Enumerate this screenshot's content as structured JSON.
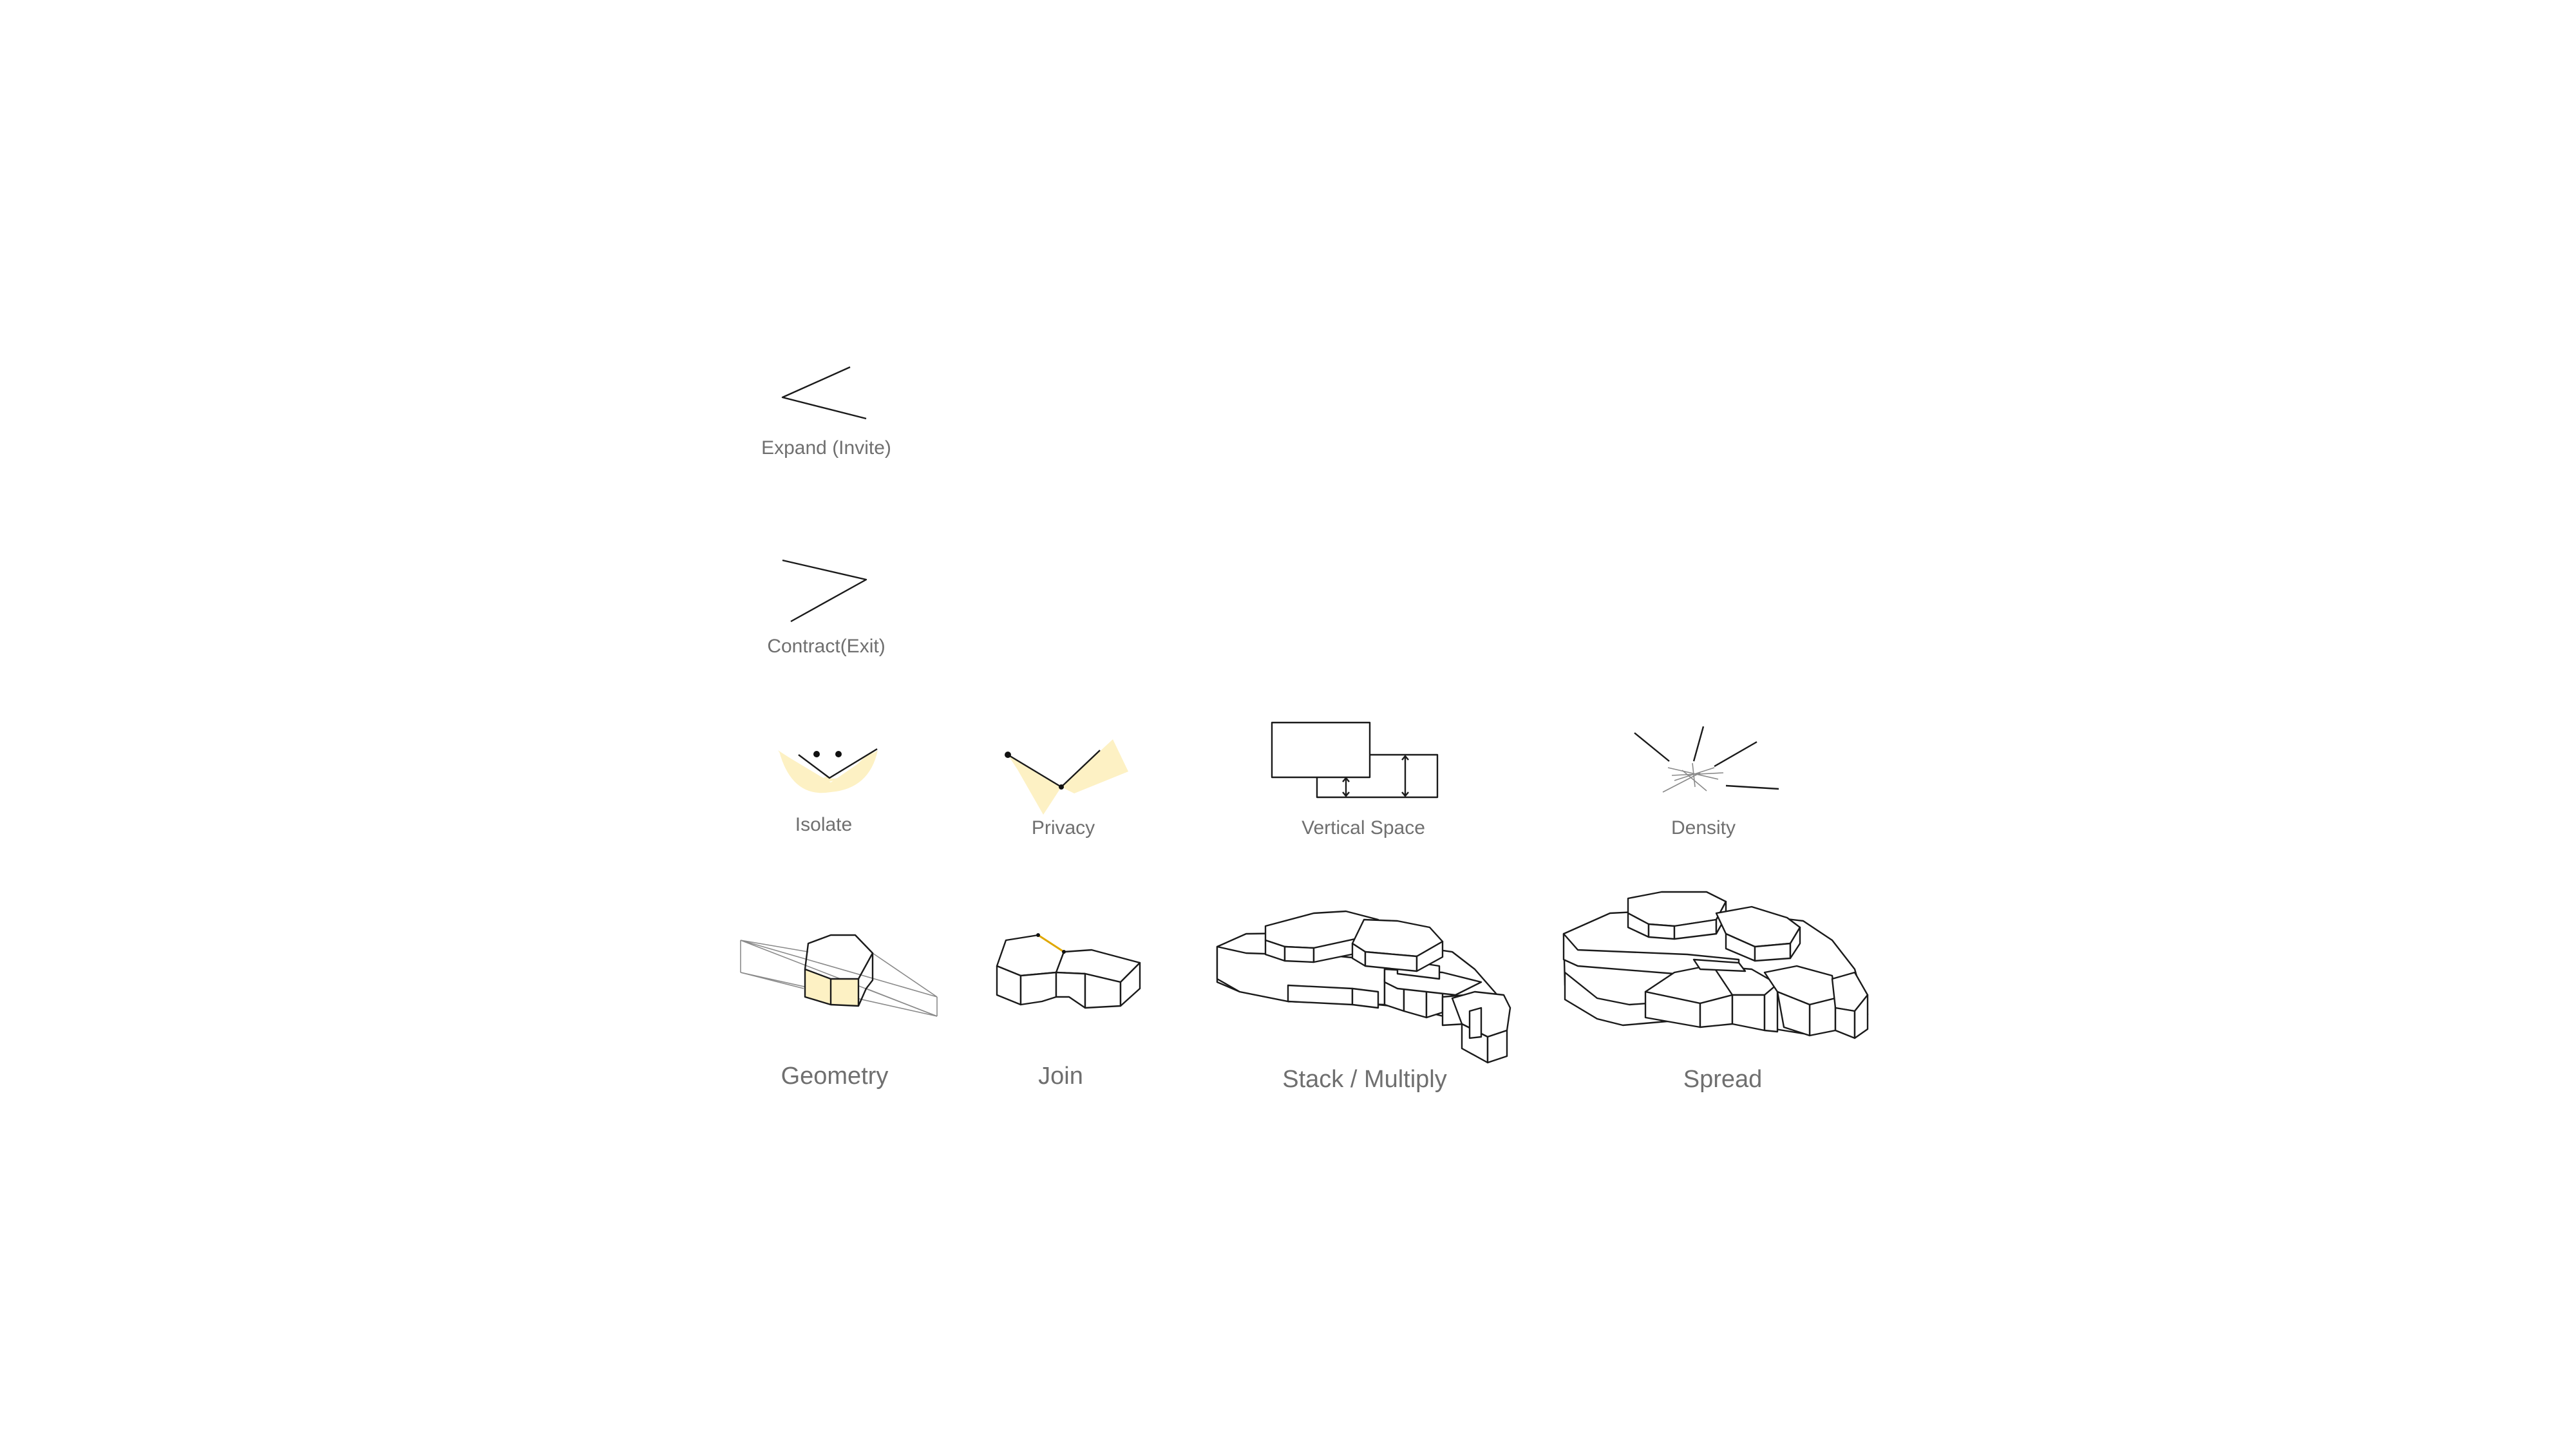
{
  "labels": {
    "expand": "Expand (Invite)",
    "contract": "Contract(Exit)",
    "isolate": "Isolate",
    "privacy": "Privacy",
    "vertical_space": "Vertical Space",
    "density": "Density",
    "geometry": "Geometry",
    "join": "Join",
    "stack": "Stack / Multiply",
    "spread": "Spread"
  },
  "colors": {
    "highlight": "#fdf1c4",
    "line": "#1a1a1a",
    "label": "#6f6f6f"
  }
}
